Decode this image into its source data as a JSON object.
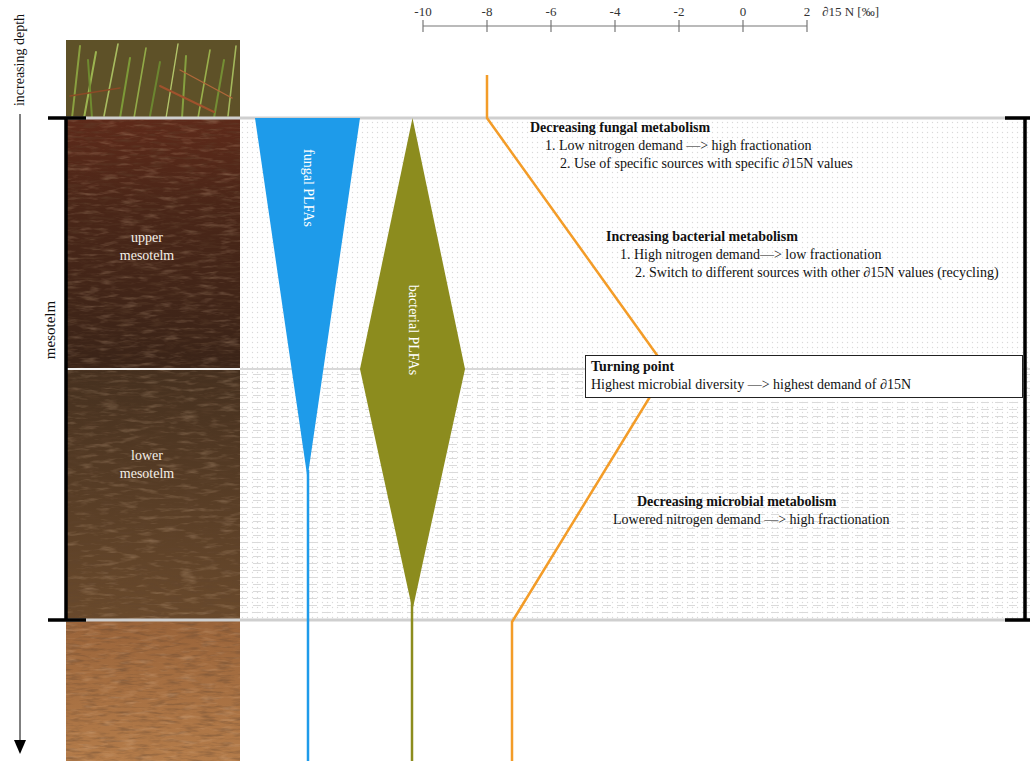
{
  "diagram": {
    "nodes": [
      {
        "text": [
          "fungal PLFAs"
        ]
      },
      {
        "text": [
          "bacterial PLFAs"
        ]
      },
      {
        "text": [
          "Turning point",
          "Highest microbial diversity —> highest demand of ∂15N"
        ]
      }
    ],
    "labels": [
      "increasing depth",
      "mesotelm",
      "upper mesotelm",
      "lower mesotelm",
      "-10",
      "-8",
      "-6",
      "-4",
      "-2",
      "0",
      "2",
      "∂15 N [‰]",
      "Decreasing fungal metabolism",
      "1. Low nitrogen demand —> high fractionation",
      "2. Use of specific sources with specific ∂15N values",
      "Increasing bacterial metabolism",
      "1. High nitrogen demand—> low fractionation",
      "2. Switch to different sources with other ∂15N values (recycling)",
      "Decreasing microbial metabolism",
      "Lowered nitrogen demand —> high fractionation"
    ]
  }
}
